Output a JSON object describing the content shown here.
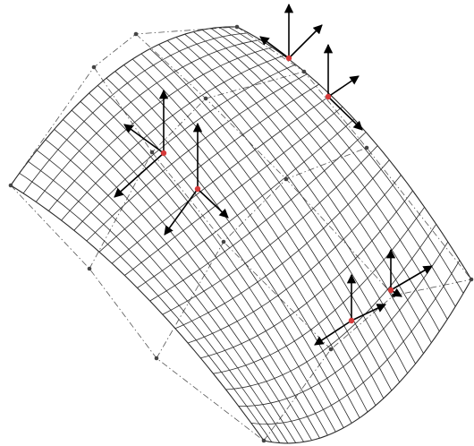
{
  "figure": {
    "kind": "wireframe-surface",
    "colors": {
      "background": "#ffffff",
      "mesh": "#2b2b2b",
      "control_polygon": "#555555",
      "control_point": "#444444",
      "frame_axis": "#000000",
      "frame_origin": "#d63a3a"
    },
    "mesh": {
      "rows": 20,
      "columns": 26
    },
    "control_polygon_style": "dash-dot",
    "frames": [
      {
        "id": "frame-a",
        "axes": [
          "normal",
          "tangent-u",
          "tangent-v"
        ]
      },
      {
        "id": "frame-b",
        "axes": [
          "normal",
          "tangent-u",
          "tangent-v"
        ]
      },
      {
        "id": "frame-c",
        "axes": [
          "normal",
          "tangent-u",
          "tangent-v"
        ]
      },
      {
        "id": "frame-d",
        "axes": [
          "normal",
          "tangent-u",
          "tangent-v"
        ]
      },
      {
        "id": "frame-e",
        "axes": [
          "normal",
          "tangent-u",
          "tangent-v"
        ]
      },
      {
        "id": "frame-f",
        "axes": [
          "normal",
          "tangent-u",
          "tangent-v"
        ]
      }
    ]
  }
}
